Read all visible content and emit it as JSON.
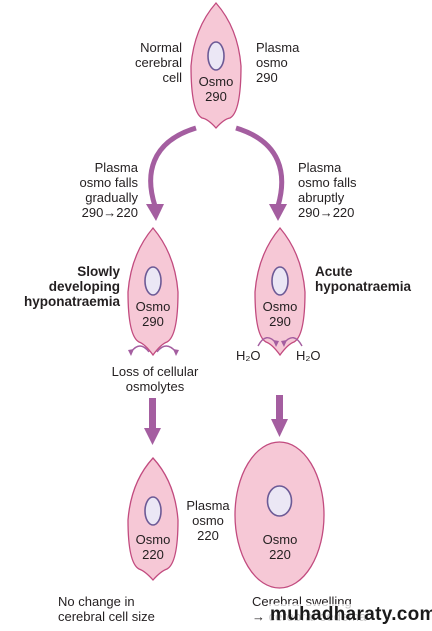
{
  "colors": {
    "cell_fill": "#f6c8d6",
    "cell_stroke": "#c24b7f",
    "nucleus_fill": "#ebe7f5",
    "nucleus_stroke": "#6c5a96",
    "arrow": "#a45ea0"
  },
  "top_cell": {
    "label": "Normal\ncerebral\ncell",
    "plasma": "Plasma\nosmo\n290",
    "osmo": "Osmo\n290"
  },
  "left_branch": {
    "fall_text": "Plasma\nosmo falls\ngradually\n290→220",
    "title": "Slowly\ndeveloping\nhyponatraemia",
    "osmo": "Osmo\n290",
    "loss_text": "Loss of cellular\nosmolytes",
    "bottom_osmo": "Osmo\n220",
    "bottom_plasma": "Plasma\nosmo\n220",
    "result": "No change in\ncerebral cell size"
  },
  "right_branch": {
    "fall_text": "Plasma\nosmo falls\nabruptly\n290→220",
    "title": "Acute\nhyponatraemia",
    "osmo": "Osmo\n290",
    "water_left": "H₂O",
    "water_right": "H₂O",
    "bottom_osmo": "Osmo\n220",
    "result": "Cerebral swelling\n→ cerebral oedema"
  },
  "watermark": "muhadharaty.com"
}
